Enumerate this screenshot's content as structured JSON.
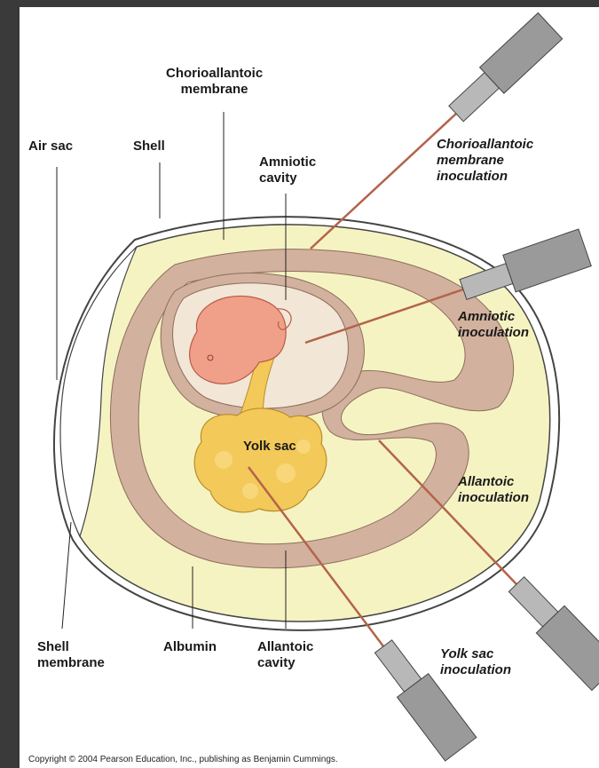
{
  "labels": {
    "chorioallantoic_membrane": "Chorioallantoic\nmembrane",
    "air_sac": "Air sac",
    "shell": "Shell",
    "amniotic_cavity": "Amniotic\ncavity",
    "yolk_sac": "Yolk sac",
    "shell_membrane": "Shell\nmembrane",
    "albumin": "Albumin",
    "allantoic_cavity": "Allantoic\ncavity"
  },
  "inoculations": {
    "chorioallantoic": "Chorioallantoic\nmembrane\ninoculation",
    "amniotic": "Amniotic\ninoculation",
    "allantoic": "Allantoic\ninoculation",
    "yolk_sac": "Yolk sac\ninoculation"
  },
  "copyright": "Copyright © 2004 Pearson Education, Inc., publishing as Benjamin Cummings.",
  "colors": {
    "albumin": "#f6f3c2",
    "allantois": "#d2b19e",
    "amnion": "#f2e6d6",
    "embryo": "#f0a088",
    "yolk": "#f3c95a",
    "needle": "#b3644a",
    "syringe": "#9a9a9a"
  }
}
